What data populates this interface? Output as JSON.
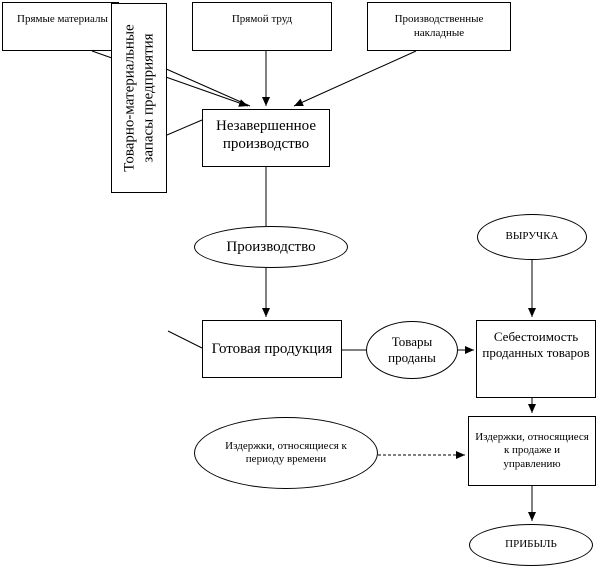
{
  "diagram": {
    "nodes": {
      "materials": "Прямые материалы",
      "labor": "Прямой труд",
      "overhead": "Производственные накладные",
      "inventory": "Товарно-материальные запасы предприятия",
      "wip": "Незавершенное производство",
      "production": "Производство",
      "revenue": "ВЫРУЧКА",
      "finished": "Готовая продукция",
      "goods_sold": "Товары проданы",
      "cogs": "Себестоимость проданных товаров",
      "period": "Издержки, относящиеся к периоду времени",
      "selling": "Издержки, относящиеся к продаже и управлению",
      "profit": "ПРИБЫЛЬ"
    },
    "edges": [
      {
        "from": "materials",
        "to": "wip",
        "style": "arrow"
      },
      {
        "from": "labor",
        "to": "wip",
        "style": "arrow"
      },
      {
        "from": "overhead",
        "to": "wip",
        "style": "arrow"
      },
      {
        "from": "inventory",
        "to": "wip",
        "style": "line"
      },
      {
        "from": "wip",
        "to": "production",
        "style": "line"
      },
      {
        "from": "production",
        "to": "finished",
        "style": "arrow"
      },
      {
        "from": "finished",
        "to": "goods_sold",
        "style": "line"
      },
      {
        "from": "goods_sold",
        "to": "cogs",
        "style": "arrow"
      },
      {
        "from": "revenue",
        "to": "cogs",
        "style": "arrow"
      },
      {
        "from": "cogs",
        "to": "selling",
        "style": "arrow"
      },
      {
        "from": "period",
        "to": "selling",
        "style": "dashed-arrow"
      },
      {
        "from": "selling",
        "to": "profit",
        "style": "arrow"
      }
    ],
    "colors": {
      "stroke": "#000000",
      "fill": "#ffffff"
    }
  }
}
